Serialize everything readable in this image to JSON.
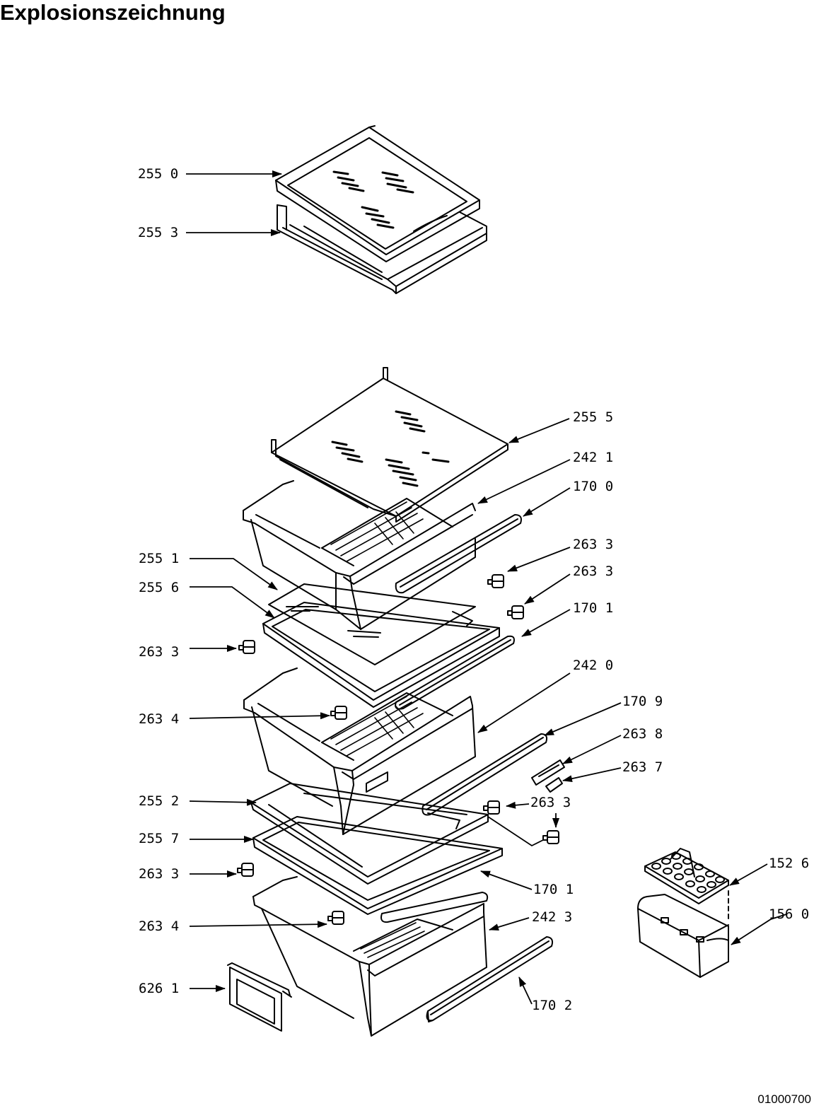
{
  "title": "Explosionszeichnung",
  "drawing_code": "01000700",
  "labels": {
    "p2550": "255 0",
    "p2553": "255 3",
    "p2555": "255 5",
    "p2421": "242 1",
    "p1700": "170 0",
    "p2633_a": "263 3",
    "p2633_b": "263 3",
    "p2551": "255 1",
    "p2556": "255 6",
    "p1701_a": "170 1",
    "p2633_c": "263 3",
    "p2420": "242 0",
    "p2634_a": "263 4",
    "p1709": "170 9",
    "p2638": "263 8",
    "p2637": "263 7",
    "p2552": "255 2",
    "p2633_d": "263 3",
    "p2557": "255 7",
    "p2633_e": "263 3",
    "p1701_b": "170 1",
    "p2634_b": "263 4",
    "p2423": "242 3",
    "p6261": "626 1",
    "p1702": "170 2",
    "p1526": "152 6",
    "p1560": "156 0"
  }
}
